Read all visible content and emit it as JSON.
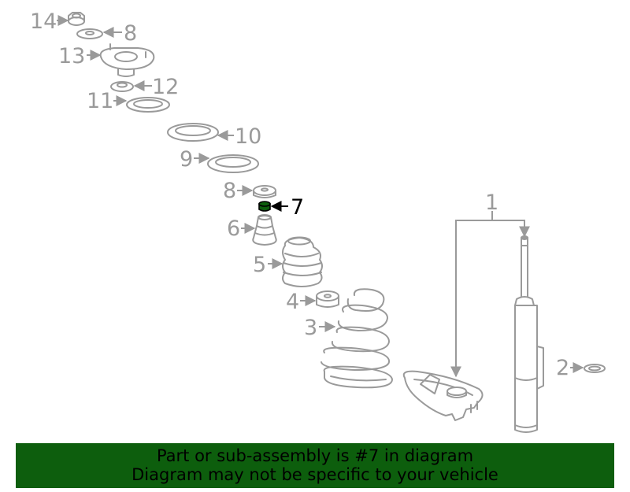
{
  "callouts": {
    "c14": "14",
    "c8a": "8",
    "c13": "13",
    "c12": "12",
    "c11": "11",
    "c10": "10",
    "c9": "9",
    "c8b": "8",
    "c7": "7",
    "c6": "6",
    "c5": "5",
    "c4": "4",
    "c3": "3",
    "c2": "2",
    "c1": "1"
  },
  "highlighted_part": "7",
  "colors": {
    "highlight": "#0d5e0d",
    "lines": "#9a9a9a",
    "banner_bg": "#0d5e0d"
  },
  "banner": {
    "line1": "Part or sub-assembly is #7 in diagram",
    "line2": "Diagram may not be specific to your vehicle"
  }
}
